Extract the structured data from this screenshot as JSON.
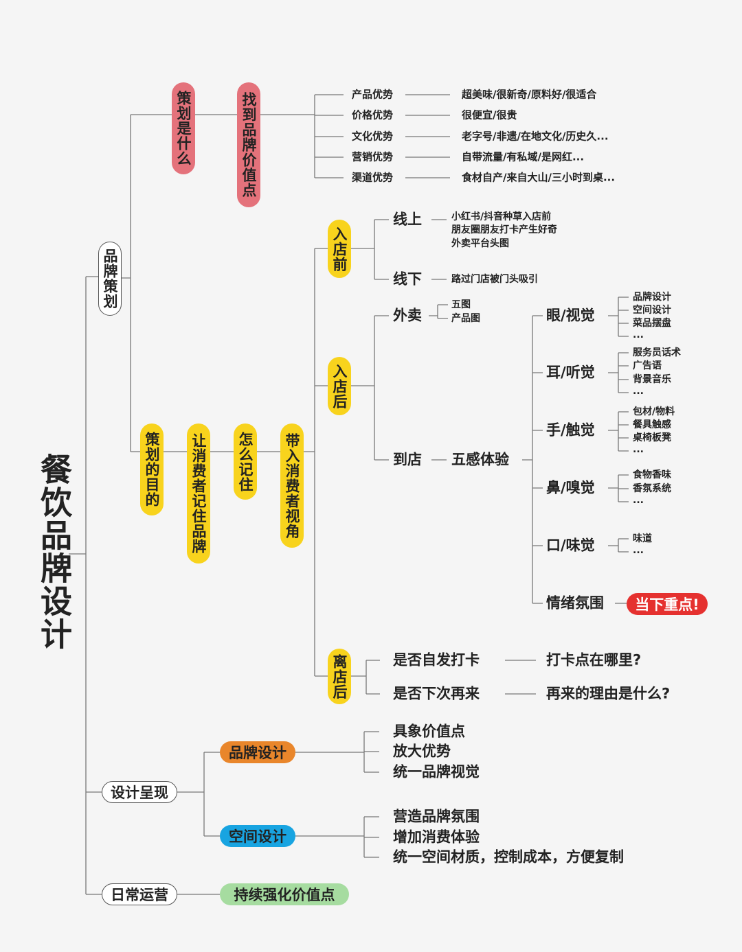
{
  "title": "餐饮品牌设计",
  "brand_planning": {
    "label": "品牌策划",
    "what": {
      "label": "策划是什么",
      "child": "找到品牌价值点",
      "rows": [
        {
          "k": "产品优势",
          "v": "超美味/很新奇/原料好/很适合"
        },
        {
          "k": "价格优势",
          "v": "很便宜/很贵"
        },
        {
          "k": "文化优势",
          "v": "老字号/非遗/在地文化/历史久..."
        },
        {
          "k": "营销优势",
          "v": "自带流量/有私域/是网红..."
        },
        {
          "k": "渠道优势",
          "v": "食材自产/来自大山/三小时到桌..."
        }
      ]
    },
    "purpose": {
      "label": "策划的目的",
      "chain": [
        "让消费者记住品牌",
        "怎么记住",
        "带入消费者视角"
      ],
      "before": {
        "label": "入店前",
        "online": {
          "label": "线上",
          "items": [
            "小红书/抖音种草入店前",
            "朋友圈朋友打卡产生好奇",
            "外卖平台头图"
          ]
        },
        "offline": {
          "label": "线下",
          "items": [
            "路过门店被门头吸引"
          ]
        }
      },
      "during": {
        "label": "入店后",
        "delivery": {
          "label": "外卖",
          "items": [
            "五图",
            "产品图"
          ]
        },
        "instore": {
          "label": "到店",
          "five": "五感体验"
        },
        "senses": [
          {
            "label": "眼/视觉",
            "items": [
              "品牌设计",
              "空间设计",
              "菜品摆盘",
              "..."
            ]
          },
          {
            "label": "耳/听觉",
            "items": [
              "服务员话术",
              "广告语",
              "背景音乐",
              "..."
            ]
          },
          {
            "label": "手/触觉",
            "items": [
              "包材/物料",
              "餐具触感",
              "桌椅板凳",
              "..."
            ]
          },
          {
            "label": "鼻/嗅觉",
            "items": [
              "食物香味",
              "香氛系统",
              "..."
            ]
          },
          {
            "label": "口/味觉",
            "items": [
              "味道",
              "..."
            ]
          }
        ],
        "mood": {
          "label": "情绪氛围",
          "badge": "当下重点!"
        }
      },
      "after": {
        "label": "离店后",
        "rows": [
          {
            "q": "是否自发打卡",
            "a": "打卡点在哪里?"
          },
          {
            "q": "是否下次再来",
            "a": "再来的理由是什么?"
          }
        ]
      }
    }
  },
  "design": {
    "label": "设计呈现",
    "brand": {
      "label": "品牌设计",
      "items": [
        "具象价值点",
        "放大优势",
        "统一品牌视觉"
      ]
    },
    "space": {
      "label": "空间设计",
      "items": [
        "营造品牌氛围",
        "增加消费体验",
        "统一空间材质，控制成本，方便复制"
      ]
    }
  },
  "ops": {
    "label": "日常运营",
    "child": "持续强化价值点"
  },
  "colors": {
    "red": "#e4727b",
    "yellow": "#f8d31d",
    "orange": "#e9862b",
    "blue": "#18a4e1",
    "green": "#a6dca0",
    "hot": "#e5312f"
  }
}
